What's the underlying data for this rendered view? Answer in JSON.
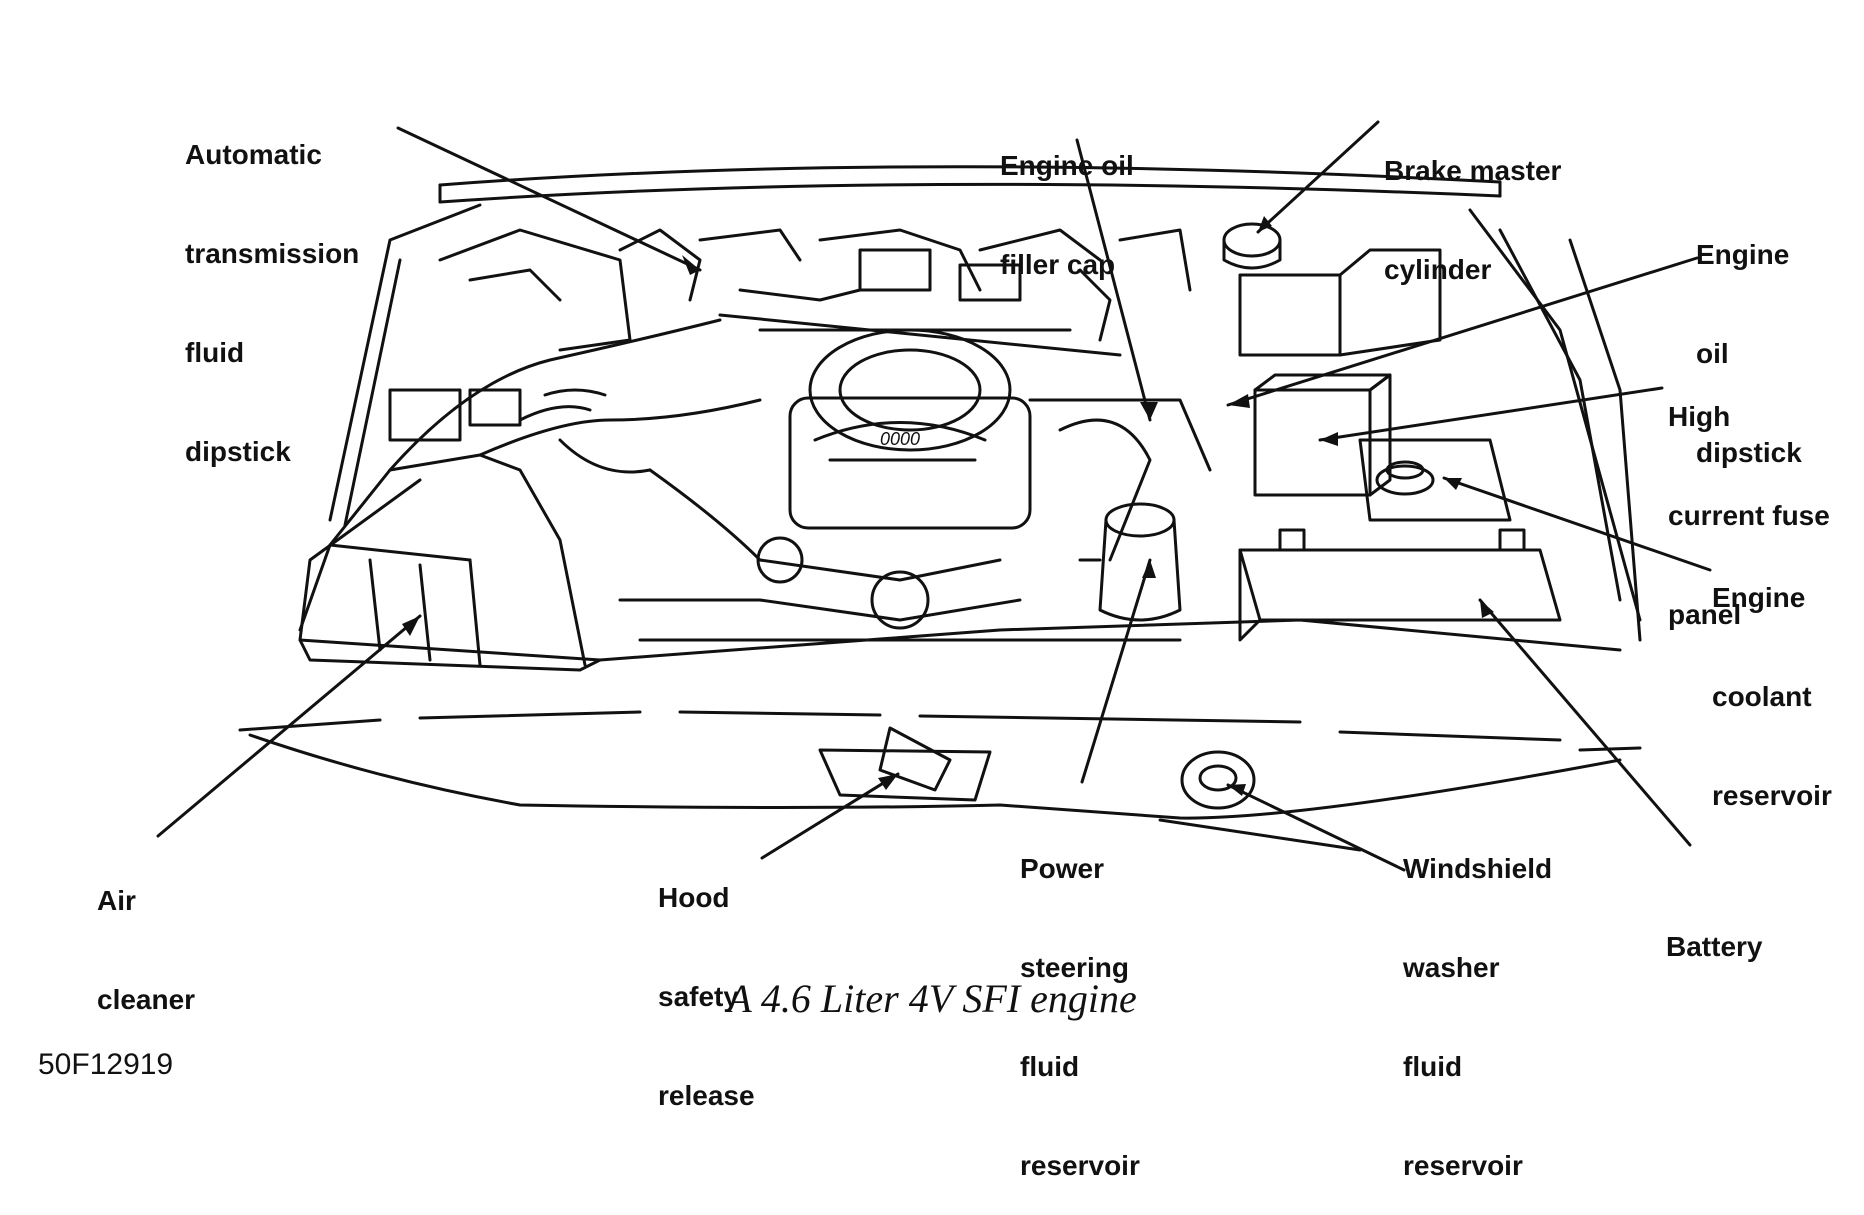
{
  "labels": {
    "auto_trans_dipstick": [
      "Automatic",
      "transmission",
      "fluid",
      "dipstick"
    ],
    "oil_filler_cap": [
      "Engine oil",
      "filler cap"
    ],
    "brake_master": [
      "Brake master",
      "cylinder"
    ],
    "oil_dipstick": [
      "Engine",
      "oil",
      "dipstick"
    ],
    "fuse_panel": [
      "High",
      "current fuse",
      "panel"
    ],
    "coolant_reservoir": [
      "Engine",
      "coolant",
      "reservoir"
    ],
    "air_cleaner": [
      "Air",
      "cleaner"
    ],
    "hood_release": [
      "Hood",
      "safety",
      "release"
    ],
    "power_steering": [
      "Power",
      "steering",
      "fluid",
      "reservoir"
    ],
    "washer_reservoir": [
      "Windshield",
      "washer",
      "fluid",
      "reservoir"
    ],
    "battery": [
      "Battery"
    ]
  },
  "caption": "A 4.6 Liter 4V SFI engine",
  "figure_code": "50F12919",
  "intake_badge": "0000"
}
